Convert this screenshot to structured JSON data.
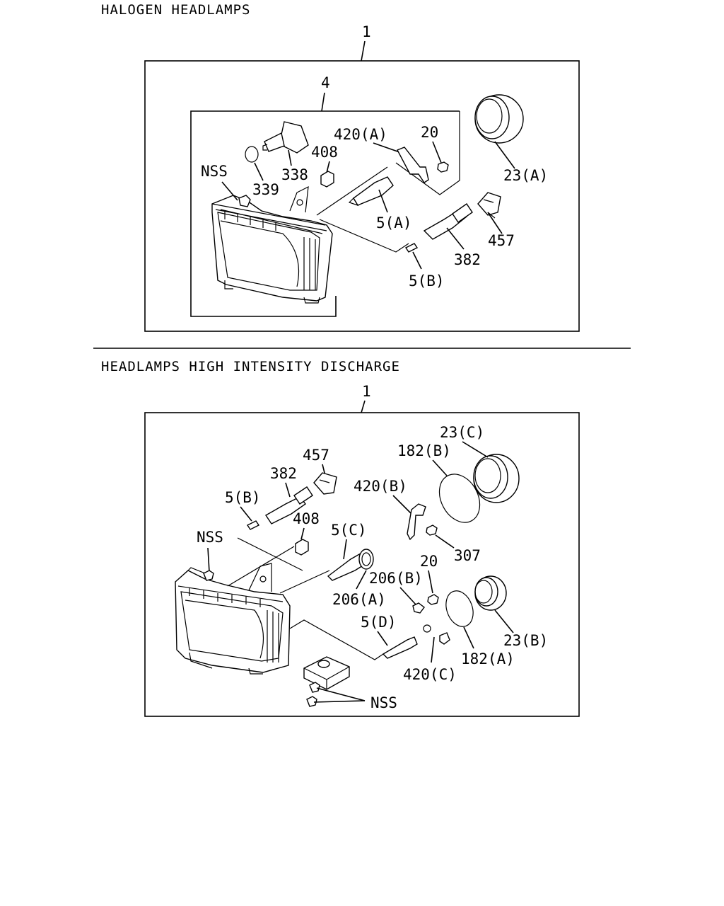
{
  "sections": [
    {
      "title": "HALOGEN HEADLAMPS",
      "labels": {
        "assembly": "1",
        "inner_assembly": "4",
        "nss": "NSS",
        "p339": "339",
        "p338": "338",
        "p408": "408",
        "p420a": "420(A)",
        "p20": "20",
        "p23a": "23(A)",
        "p5a": "5(A)",
        "p457": "457",
        "p382": "382",
        "p5b": "5(B)"
      }
    },
    {
      "title": "HEADLAMPS HIGH INTENSITY DISCHARGE",
      "labels": {
        "assembly": "1",
        "p23c": "23(C)",
        "p182b": "182(B)",
        "p457": "457",
        "p382": "382",
        "p420b": "420(B)",
        "p5b": "5(B)",
        "p408": "408",
        "p5c": "5(C)",
        "nss_top": "NSS",
        "p307": "307",
        "p20": "20",
        "p206b": "206(B)",
        "p206a": "206(A)",
        "p5d": "5(D)",
        "p23b": "23(B)",
        "p182a": "182(A)",
        "p420c": "420(C)",
        "nss_bottom": "NSS"
      }
    }
  ]
}
